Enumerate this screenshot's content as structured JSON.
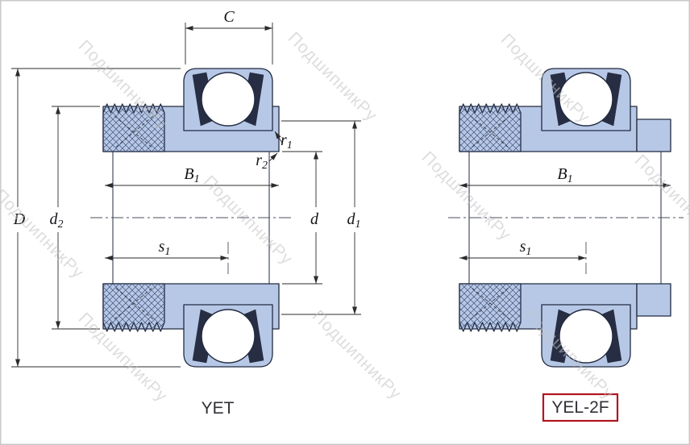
{
  "page": {
    "background": "#ffffff",
    "border_color": "#c9c9c9"
  },
  "watermark": {
    "text": "ПодшипникРу"
  },
  "colors": {
    "page_bg": "#ffffff",
    "bearing_fill": "#b7c8e7",
    "outline": "#222b40",
    "seal": "#272d42",
    "dim": "#2b2b2b",
    "centerline": "#4a4f5e",
    "text": "#15151a",
    "designation_text": "#303038",
    "highlight_box": "#b01622",
    "watermark": "#c3c3c3",
    "border": "#c9c9c9"
  },
  "bearings": {
    "left": {
      "designation": "YET",
      "dims": {
        "C": {
          "main": "C",
          "sub": ""
        },
        "D": {
          "main": "D",
          "sub": ""
        },
        "d2": {
          "main": "d",
          "sub": "2"
        },
        "B1": {
          "main": "B",
          "sub": "1"
        },
        "s1": {
          "main": "s",
          "sub": "1"
        },
        "r1": {
          "main": "r",
          "sub": "1"
        },
        "r2": {
          "main": "r",
          "sub": "2"
        },
        "d": {
          "main": "d",
          "sub": ""
        },
        "d1": {
          "main": "d",
          "sub": "1"
        }
      }
    },
    "right": {
      "designation": "YEL-2F",
      "dims": {
        "B1": {
          "main": "B",
          "sub": "1"
        },
        "s1": {
          "main": "s",
          "sub": "1"
        }
      }
    }
  }
}
